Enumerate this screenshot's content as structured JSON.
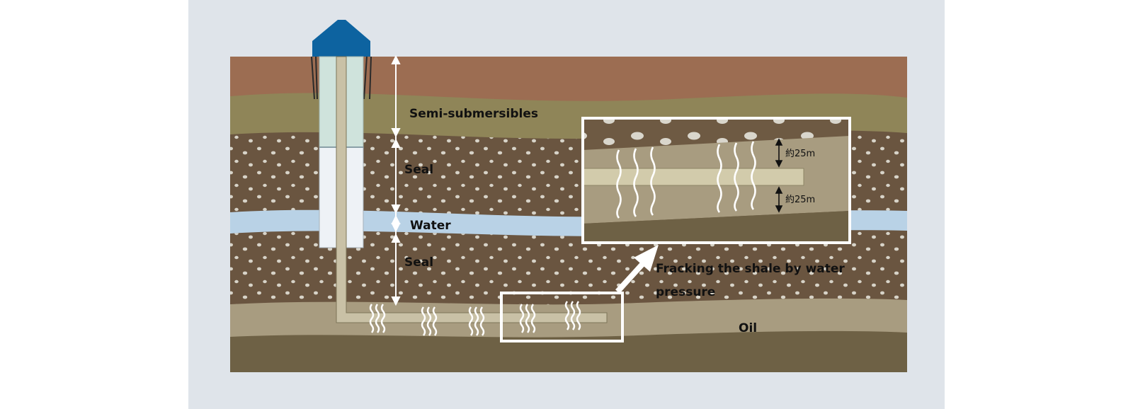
{
  "labels": {
    "semi_submersibles": "Semi-submersibles",
    "seal_upper": "Seal",
    "water": "Water",
    "seal_lower": "Seal",
    "fracking_line1": "Fracking the shale by water",
    "fracking_line2": "pressure",
    "oil": "Oil",
    "inset_top_thickness": "約25m",
    "inset_bottom_thickness": "約25m"
  },
  "colors": {
    "background_frame": "#dfe4ea",
    "topsoil": "#9c6d52",
    "semi_submersible_layer": "#8f8558",
    "seal_rock": "#6a5540",
    "water_layer": "#b9d2e6",
    "oil_shale": "#a89c80",
    "bedrock": "#6e6145",
    "rig_roof": "#0d63a0",
    "well_casing": "#cfe3dc"
  },
  "icons": [
    "house-roof-icon",
    "wavy-fracture-icon",
    "arrow-icon"
  ]
}
